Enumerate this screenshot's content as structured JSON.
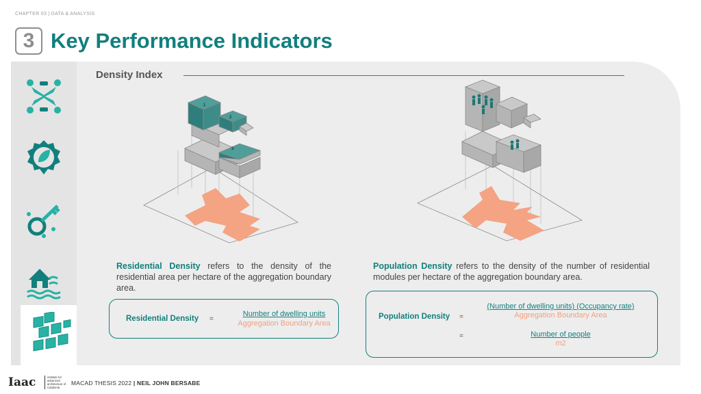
{
  "header": {
    "chapter": "CHAPTER 03 | DATA & ANALYSIS",
    "number": "3",
    "title": "Key Performance Indicators"
  },
  "sidebar": {
    "items": [
      {
        "icon": "puzzle-people-icon"
      },
      {
        "icon": "badge-leaf-icon"
      },
      {
        "icon": "key-network-icon"
      },
      {
        "icon": "house-water-icon"
      },
      {
        "icon": "cubes-icon",
        "active": true
      }
    ]
  },
  "section": {
    "title": "Density Index"
  },
  "diagrams": {
    "left_labels": [
      "1",
      "2",
      "3"
    ]
  },
  "residential": {
    "term": "Residential Density",
    "text": " refers to the density of the residential area per hectare of the aggregation boundary area.",
    "formula_label": "Residential Density",
    "eq": "=",
    "numerator": "Number of dwelling units",
    "denominator": "Aggregation Boundary Area"
  },
  "population": {
    "term": "Population Density",
    "text": " refers to the density of the number of residential modules per hectare of the aggregation boundary area.",
    "formula_label": "Population Density",
    "eq1": "=",
    "numerator1": "(Number of dwelling units) (Occupancy rate)",
    "denominator1": "Aggregation Boundary Area",
    "eq2": "=",
    "numerator2": "Number of people",
    "denominator2": "m2"
  },
  "footer": {
    "logo": "Iaac",
    "institute": "institute for advanced architecture of Catalonia",
    "thesis": "MACAD THESIS 2022",
    "separator": " | ",
    "author": "NEIL JOHN BERSABE"
  },
  "colors": {
    "accent": "#127f7d",
    "salmon": "#f4a383",
    "panel": "#ededed",
    "sidebar": "#e4e4e4"
  }
}
